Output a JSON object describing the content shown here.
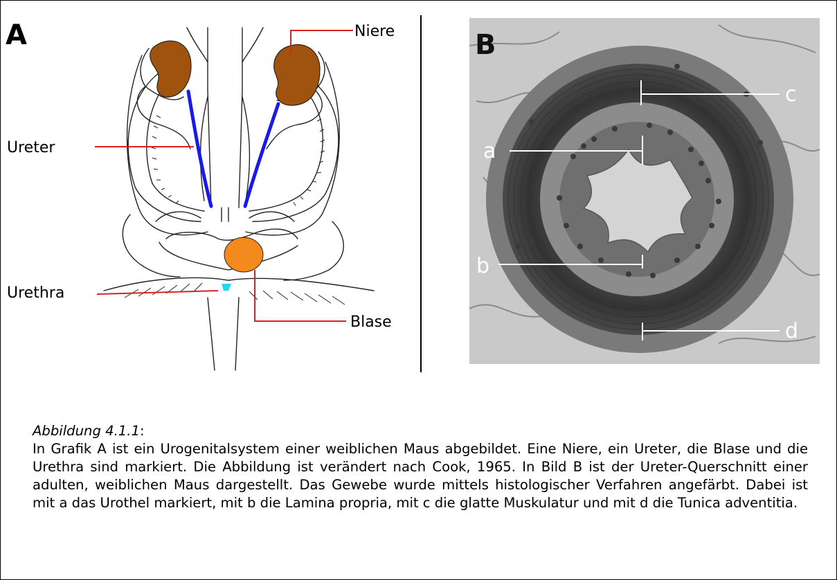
{
  "panel_a": {
    "letter": "A",
    "labels": {
      "niere": "Niere",
      "ureter": "Ureter",
      "urethra": "Urethra",
      "blase": "Blase"
    },
    "colors": {
      "kidney": "#a0520f",
      "ureter": "#1a1ae6",
      "bladder": "#f28a1e",
      "urethra": "#25d5e8",
      "leader": "#dd2020"
    }
  },
  "panel_b": {
    "letter": "B",
    "labels": {
      "a": "a",
      "b": "b",
      "c": "c",
      "d": "d"
    }
  },
  "caption": {
    "title": "Abbildung 4.1.1",
    "title_suffix": ":",
    "text": "In Grafik A ist ein Urogenitalsystem einer weiblichen Maus abgebildet. Eine Niere, ein Ureter, die Blase und die Urethra sind markiert. Die Abbildung ist verändert nach Cook, 1965. In Bild B ist der Ureter-Querschnitt einer adulten, weiblichen Maus dargestellt. Das Gewebe wurde mittels histologischer Verfahren angefärbt. Dabei ist mit a das Urothel markiert, mit b die Lamina propria, mit c die glatte Muskulatur und mit d die Tunica adventitia."
  }
}
